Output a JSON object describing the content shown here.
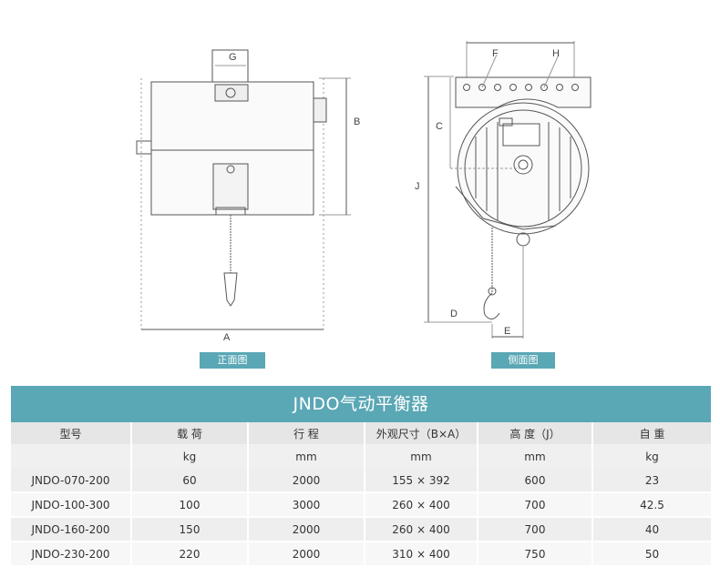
{
  "drawings": {
    "front_label": "正面图",
    "side_label": "侧面图",
    "dims": {
      "A": "A",
      "B": "B",
      "C": "C",
      "D": "D",
      "E": "E",
      "F": "F",
      "G": "G",
      "H": "H",
      "J": "J"
    }
  },
  "table": {
    "title": "JNDO气动平衡器",
    "headers": [
      "型号",
      "载 荷",
      "行 程",
      "外观尺寸（B×A）",
      "高 度（J）",
      "自 重"
    ],
    "units": [
      "",
      "kg",
      "mm",
      "mm",
      "mm",
      "kg"
    ],
    "rows": [
      [
        "JNDO-070-200",
        "60",
        "2000",
        "155 × 392",
        "600",
        "23"
      ],
      [
        "JNDO-100-300",
        "100",
        "3000",
        "260 × 400",
        "700",
        "42.5"
      ],
      [
        "JNDO-160-200",
        "150",
        "2000",
        "260 × 400",
        "700",
        "40"
      ],
      [
        "JNDO-230-200",
        "220",
        "2000",
        "310 × 400",
        "750",
        "50"
      ]
    ]
  },
  "colors": {
    "accent": "#5aa7b5",
    "line": "#555555"
  }
}
